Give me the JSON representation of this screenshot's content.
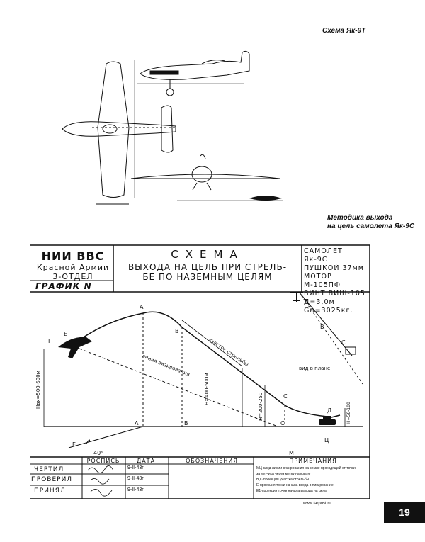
{
  "captions": {
    "yak9t": "Схема Як-9Т",
    "method_line1": "Методика выхода",
    "method_line2": "на цель самолета Як-9С"
  },
  "title_block": {
    "org_line1": "НИИ ВВС",
    "org_line2": "Красной Армии",
    "org_line3": "3-ОТДЕЛ",
    "graph": "ГРАФИК N",
    "scheme_title": "СХЕМА",
    "scheme_line1": "ВЫХОДА НА ЦЕЛЬ ПРИ СТРЕЛЬ-",
    "scheme_line2": "БЕ ПО НАЗЕМНЫМ ЦЕЛЯМ",
    "spec_line1": "САМОЛЕТ Як-9С",
    "spec_line2": "ПУШКОЙ 37мм",
    "spec_line3": "МОТОР М-105ПФ",
    "spec_line4": "ВИНТ ВИШ-105",
    "spec_line5": "Д=3,0м Gп=3025кг."
  },
  "diagram": {
    "label_A": "А",
    "label_B": "В",
    "label_C": "С",
    "label_D": "Д",
    "label_E": "Е",
    "label_A1": "А",
    "label_B1": "В",
    "label_C1": "С",
    "label_E1": "Е",
    "label_I": "I",
    "label_M": "М",
    "label_Ts": "Ц",
    "label_B_plan": "В",
    "label_C_plan": "С",
    "sight_line": "линия визирования",
    "fire_section": "участок стрельбы",
    "plan_view": "вид в плане",
    "h_entry": "Нвх=500-600м",
    "h_fire": "Н=400-500м",
    "h_exit": "Н=200-250",
    "h_low": "Н=50-100",
    "angle": "40°"
  },
  "table": {
    "header_sign": "РОСПИСЬ",
    "header_date": "ДАТА",
    "header_desig": "ОБОЗНАЧЕНИЯ",
    "header_notes": "ПРИМЕЧАНИЯ",
    "row1": "ЧЕРТИЛ",
    "row2": "ПРОВЕРИЛ",
    "row3": "ПРИНЯЛ",
    "date1": "9-II-43г",
    "date2": "9-II-43г",
    "date3": "9-II-43г",
    "note1": "МЦ-след линии визирования на земле проходящей от точки",
    "note2": "за летчика через метку на крыле",
    "note3": "В,С-проекция участка стрельбы",
    "note4": "Е-проекция точки начала ввода в пикирование",
    "note5": "Е1-проекция точки начала выхода на цель"
  },
  "footer": {
    "url": "www.farpost.ru",
    "page_number": "19"
  }
}
